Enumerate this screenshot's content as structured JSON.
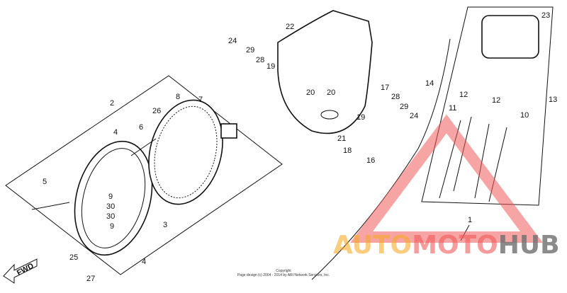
{
  "diagram": {
    "callouts": [
      "2",
      "4",
      "6",
      "26",
      "8",
      "7",
      "5",
      "9",
      "30",
      "30",
      "9",
      "3",
      "25",
      "27",
      "4",
      "24",
      "29",
      "28",
      "19",
      "22",
      "20",
      "20",
      "21",
      "18",
      "19",
      "17",
      "28",
      "29",
      "24",
      "16",
      "14",
      "23",
      "13",
      "12",
      "12",
      "11",
      "10",
      "1"
    ],
    "direction_label": "FWD",
    "copyright_line1": "Copyright",
    "copyright_line2": "Page design (c) 2004 - 2014 by ARI Network Services, Inc."
  },
  "watermark": {
    "part1": "AUTO",
    "part2": "MOTO",
    "part3": "HUB",
    "colors": {
      "auto": "#f6aa28",
      "moto": "#f05a5a",
      "hub": "#6e6e6e",
      "triangle": "#f05a5a"
    }
  }
}
